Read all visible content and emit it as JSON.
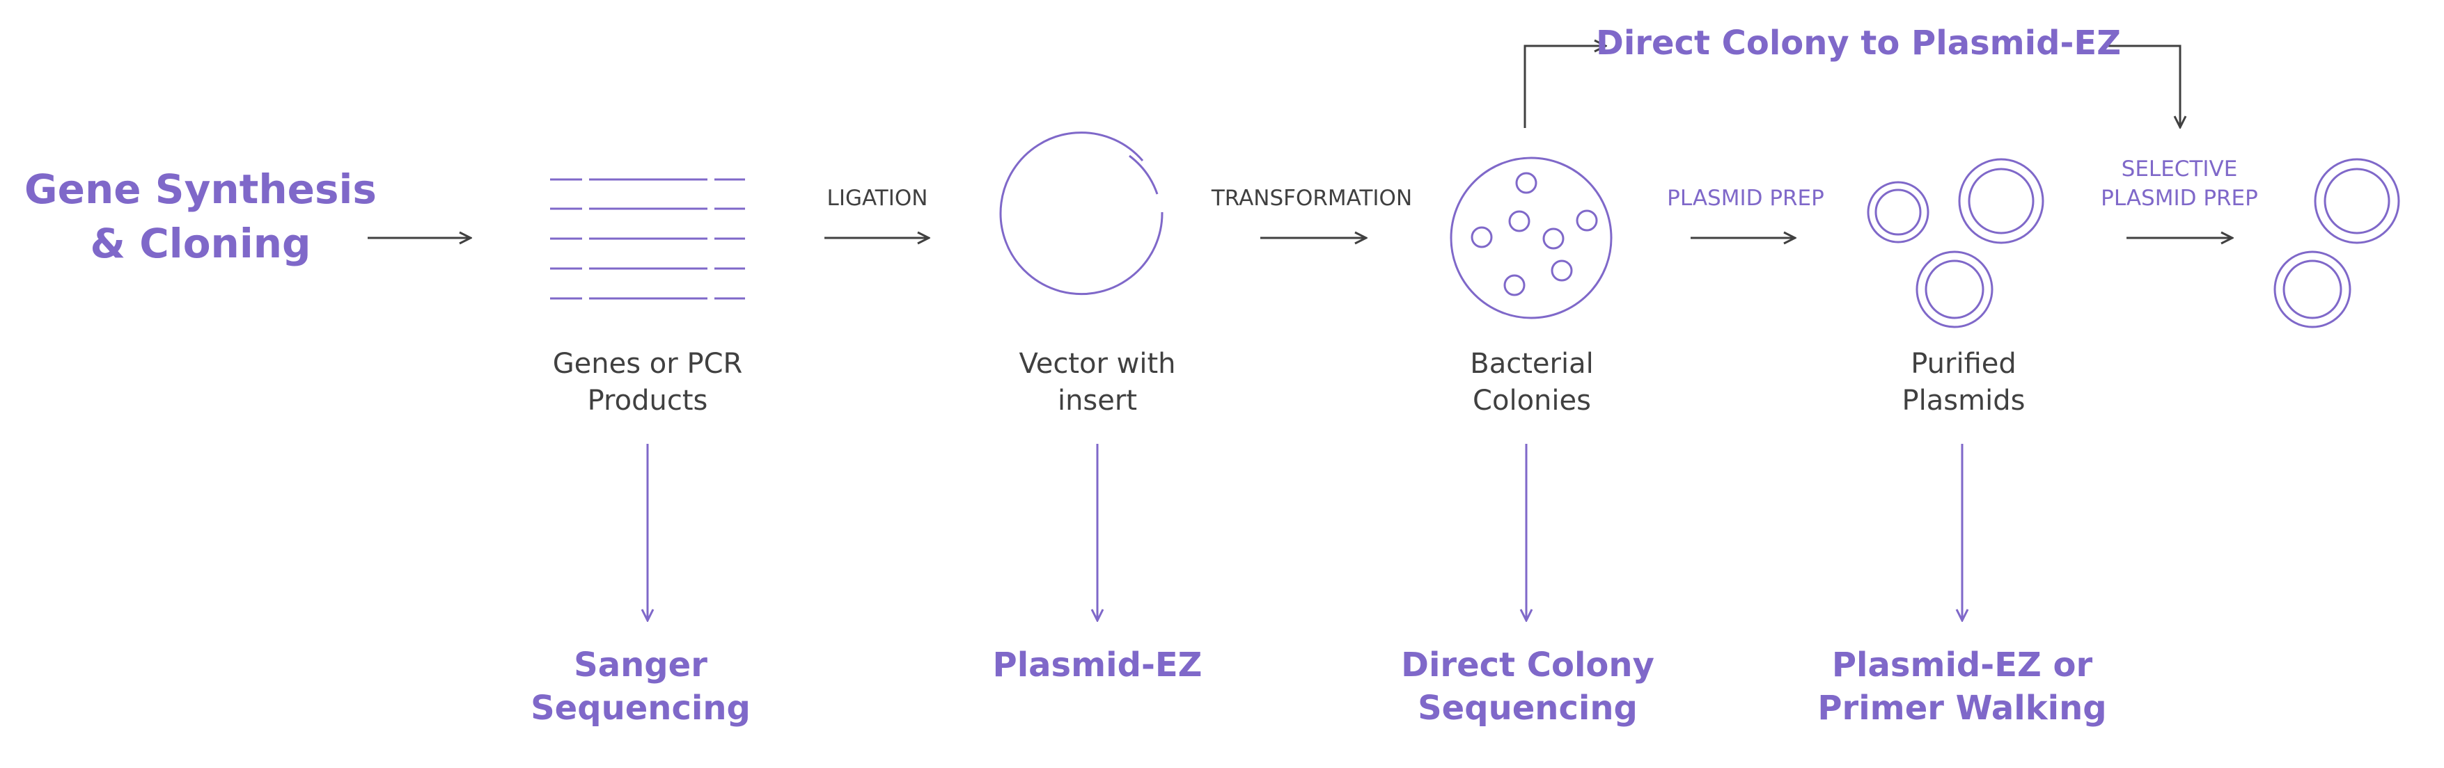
{
  "colors": {
    "purple": "#7F68C9",
    "dark": "#404040",
    "background": "#FFFFFF"
  },
  "title": {
    "line1": "Gene Synthesis",
    "line2": "& Cloning"
  },
  "steps": {
    "ligation": "LIGATION",
    "transformation": "TRANSFORMATION",
    "plasmid_prep": "PLASMID PREP",
    "selective_line1": "SELECTIVE",
    "selective_line2": "PLASMID PREP"
  },
  "top_route": "Direct Colony to Plasmid-EZ",
  "captions": {
    "genes_line1": "Genes or PCR",
    "genes_line2": "Products",
    "vector_line1": "Vector with",
    "vector_line2": "insert",
    "colonies_line1": "Bacterial",
    "colonies_line2": "Colonies",
    "plasmids_line1": "Purified",
    "plasmids_line2": "Plasmids"
  },
  "services": {
    "sanger_line1": "Sanger",
    "sanger_line2": "Sequencing",
    "plasmid_ez": "Plasmid-EZ",
    "direct_colony_line1": "Direct Colony",
    "direct_colony_line2": "Sequencing",
    "plasmid_ez_or_line1": "Plasmid-EZ or",
    "plasmid_ez_or_line2": "Primer Walking"
  }
}
